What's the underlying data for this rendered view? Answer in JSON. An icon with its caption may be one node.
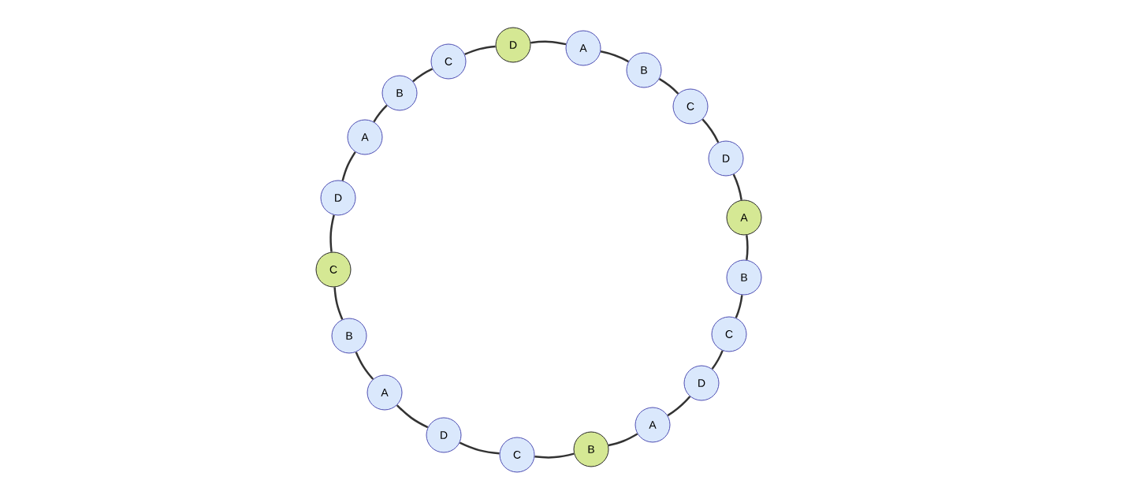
{
  "diagram": {
    "nodes": [
      {
        "text": [
          "D"
        ]
      },
      {
        "text": [
          "A"
        ]
      },
      {
        "text": [
          "B"
        ]
      },
      {
        "text": [
          "C"
        ]
      },
      {
        "text": [
          "D"
        ]
      },
      {
        "text": [
          "A"
        ]
      },
      {
        "text": [
          "B"
        ]
      },
      {
        "text": [
          "C"
        ]
      },
      {
        "text": [
          "D"
        ]
      },
      {
        "text": [
          "A"
        ]
      },
      {
        "text": [
          "B"
        ]
      },
      {
        "text": [
          "C"
        ]
      },
      {
        "text": [
          "D"
        ]
      },
      {
        "text": [
          "A"
        ]
      },
      {
        "text": [
          "B"
        ]
      },
      {
        "text": [
          "C"
        ]
      },
      {
        "text": [
          "D"
        ]
      },
      {
        "text": [
          "A"
        ]
      },
      {
        "text": [
          "B"
        ]
      },
      {
        "text": [
          "C"
        ]
      }
    ],
    "edges": [
      {
        "from": 0,
        "to": 1,
        "arrow": "none"
      },
      {
        "from": 1,
        "to": 2,
        "arrow": "none"
      },
      {
        "from": 2,
        "to": 3,
        "arrow": "none"
      },
      {
        "from": 3,
        "to": 4,
        "arrow": "none"
      },
      {
        "from": 4,
        "to": 5,
        "arrow": "none"
      },
      {
        "from": 5,
        "to": 6,
        "arrow": "none"
      },
      {
        "from": 6,
        "to": 7,
        "arrow": "none"
      },
      {
        "from": 7,
        "to": 8,
        "arrow": "none"
      },
      {
        "from": 8,
        "to": 9,
        "arrow": "none"
      },
      {
        "from": 9,
        "to": 10,
        "arrow": "none"
      },
      {
        "from": 10,
        "to": 11,
        "arrow": "none"
      },
      {
        "from": 11,
        "to": 12,
        "arrow": "none"
      },
      {
        "from": 12,
        "to": 13,
        "arrow": "none"
      },
      {
        "from": 13,
        "to": 14,
        "arrow": "none"
      },
      {
        "from": 14,
        "to": 15,
        "arrow": "none"
      },
      {
        "from": 15,
        "to": 16,
        "arrow": "none"
      },
      {
        "from": 16,
        "to": 17,
        "arrow": "none"
      },
      {
        "from": 17,
        "to": 18,
        "arrow": "none"
      },
      {
        "from": 18,
        "to": 19,
        "arrow": "none"
      },
      {
        "from": 19,
        "to": 0,
        "arrow": "none"
      }
    ]
  }
}
